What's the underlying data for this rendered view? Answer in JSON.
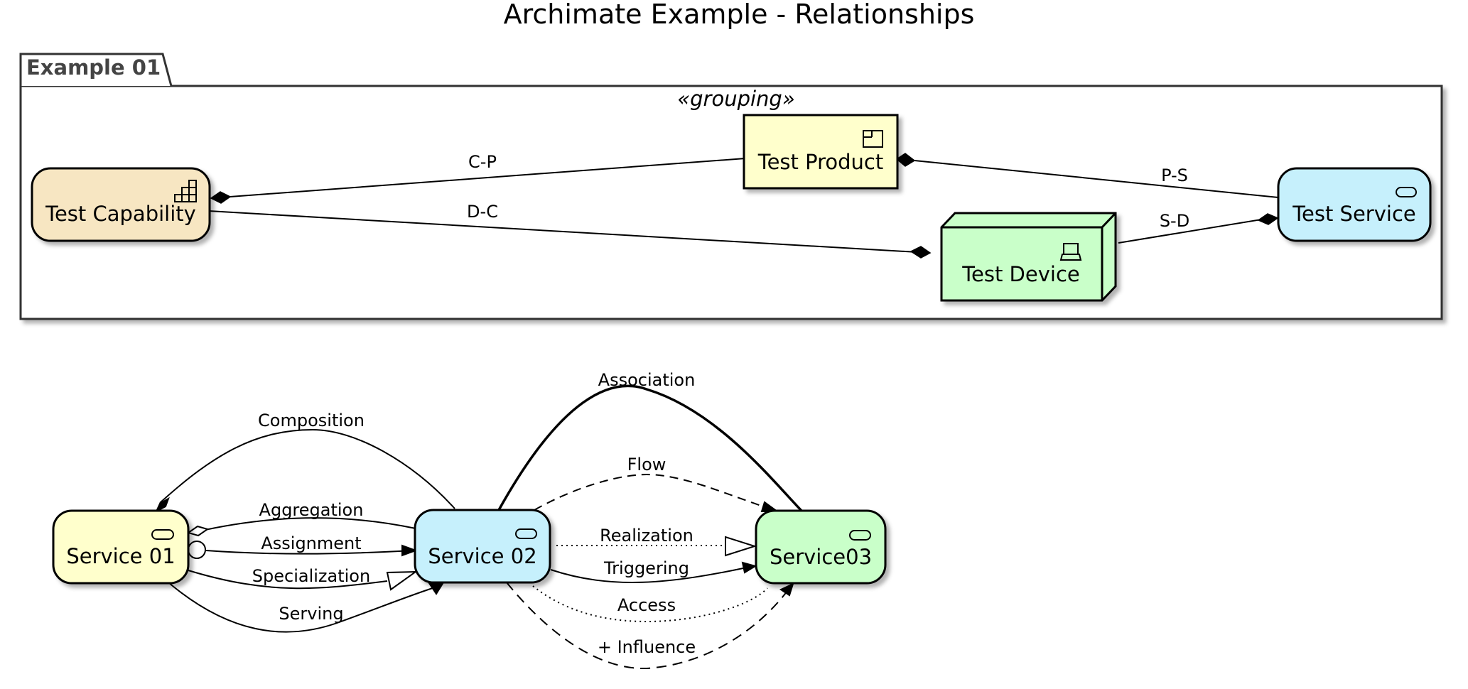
{
  "title": "Archimate Example - Relationships",
  "group": {
    "name": "Example 01",
    "stereotype": "«grouping»"
  },
  "nodes": {
    "capability": {
      "label": "Test Capability",
      "icon": "capability-icon",
      "fill": "#F7E6C2"
    },
    "product": {
      "label": "Test Product",
      "icon": "product-icon",
      "fill": "#FFFFCC"
    },
    "service": {
      "label": "Test Service",
      "icon": "service-icon",
      "fill": "#C6F0FC"
    },
    "device": {
      "label": "Test Device",
      "icon": "device-icon",
      "fill": "#C9FFC9"
    },
    "service01": {
      "label": "Service 01",
      "icon": "service-icon",
      "fill": "#FFFFCC"
    },
    "service02": {
      "label": "Service 02",
      "icon": "service-icon",
      "fill": "#C6F0FC"
    },
    "service03": {
      "label": "Service03",
      "icon": "service-icon",
      "fill": "#C9FFC9"
    }
  },
  "edges": {
    "cp": "C-P",
    "dc": "D-C",
    "ps": "P-S",
    "sd": "S-D",
    "composition": "Composition",
    "aggregation": "Aggregation",
    "assignment": "Assignment",
    "specialization": "Specialization",
    "serving": "Serving",
    "association": "Association",
    "flow": "Flow",
    "realization": "Realization",
    "triggering": "Triggering",
    "access": "Access",
    "influence": "+ Influence"
  }
}
